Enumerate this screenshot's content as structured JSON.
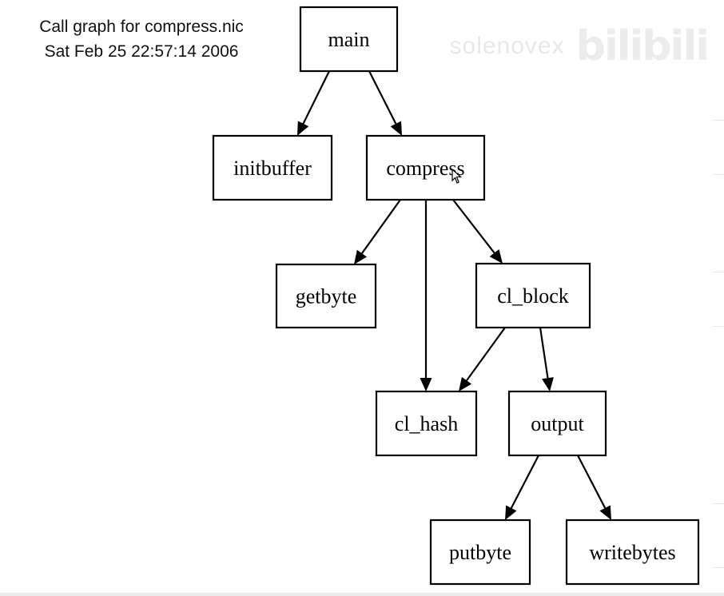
{
  "header": {
    "line1": "Call graph for compress.nic",
    "line2": "Sat Feb 25 22:57:14 2006"
  },
  "graph": {
    "nodes": [
      {
        "id": "main",
        "label": "main"
      },
      {
        "id": "initbuffer",
        "label": "initbuffer"
      },
      {
        "id": "compress",
        "label": "compress"
      },
      {
        "id": "getbyte",
        "label": "getbyte"
      },
      {
        "id": "cl_block",
        "label": "cl_block"
      },
      {
        "id": "cl_hash",
        "label": "cl_hash"
      },
      {
        "id": "output",
        "label": "output"
      },
      {
        "id": "putbyte",
        "label": "putbyte"
      },
      {
        "id": "writebytes",
        "label": "writebytes"
      }
    ],
    "edges": [
      {
        "from": "main",
        "to": "initbuffer"
      },
      {
        "from": "main",
        "to": "compress"
      },
      {
        "from": "compress",
        "to": "getbyte"
      },
      {
        "from": "compress",
        "to": "cl_hash"
      },
      {
        "from": "compress",
        "to": "cl_block"
      },
      {
        "from": "cl_block",
        "to": "cl_hash"
      },
      {
        "from": "cl_block",
        "to": "output"
      },
      {
        "from": "output",
        "to": "putbyte"
      },
      {
        "from": "output",
        "to": "writebytes"
      }
    ]
  },
  "watermark": {
    "text": "solenovex",
    "logo": "bilibili"
  }
}
